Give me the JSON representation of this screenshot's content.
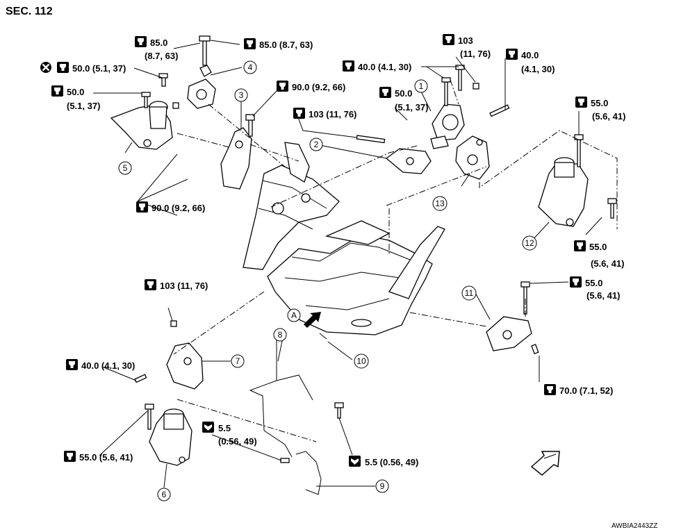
{
  "section": "SEC. 112",
  "figure_code": "AWBIA2443ZZ",
  "view_marker": "A",
  "callouts": [
    "1",
    "2",
    "3",
    "4",
    "5",
    "6",
    "7",
    "8",
    "9",
    "10",
    "11",
    "12",
    "13"
  ],
  "torques": [
    {
      "id": "t85a",
      "l1": "85.0",
      "l2": "(8.7, 63)"
    },
    {
      "id": "t85b",
      "l1": "85.0 (8.7, 63)"
    },
    {
      "id": "t50a",
      "l1": "50.0 (5.1, 37)"
    },
    {
      "id": "t50b",
      "l1": "50.0",
      "l2": "(5.1, 37)"
    },
    {
      "id": "t90a",
      "l1": "90.0 (9.2, 66)"
    },
    {
      "id": "t103a",
      "l1": "103 (11, 76)"
    },
    {
      "id": "t40a",
      "l1": "40.0 (4.1, 30)"
    },
    {
      "id": "t50c",
      "l1": "50.0",
      "l2": "(5.1, 37)"
    },
    {
      "id": "t103b",
      "l1": "103",
      "l2": "(11, 76)"
    },
    {
      "id": "t40b",
      "l1": "40.0",
      "l2": "(4.1, 30)"
    },
    {
      "id": "t55a",
      "l1": "55.0",
      "l2": "(5.6, 41)"
    },
    {
      "id": "t90b",
      "l1": "90.0 (9.2, 66)"
    },
    {
      "id": "t55b",
      "l1": "55.0",
      "l2": "(5.6, 41)"
    },
    {
      "id": "t103c",
      "l1": "103 (11, 76)"
    },
    {
      "id": "t55c",
      "l1": "55.0",
      "l2": "(5.6, 41)"
    },
    {
      "id": "t40c",
      "l1": "40.0 (4.1, 30)"
    },
    {
      "id": "t70",
      "l1": "70.0 (7.1, 52)"
    },
    {
      "id": "t55d",
      "l1": "55.0 (5.6, 41)"
    },
    {
      "id": "t5a",
      "l1": "5.5",
      "l2": "(0.56, 49)"
    },
    {
      "id": "t5b",
      "l1": "5.5 (0.56, 49)"
    }
  ],
  "icons": {
    "torque": "torque-wrench-icon",
    "torque_filled": "torque-filled-icon",
    "replace": "do-not-reuse-icon",
    "front": "front-arrow-icon"
  }
}
